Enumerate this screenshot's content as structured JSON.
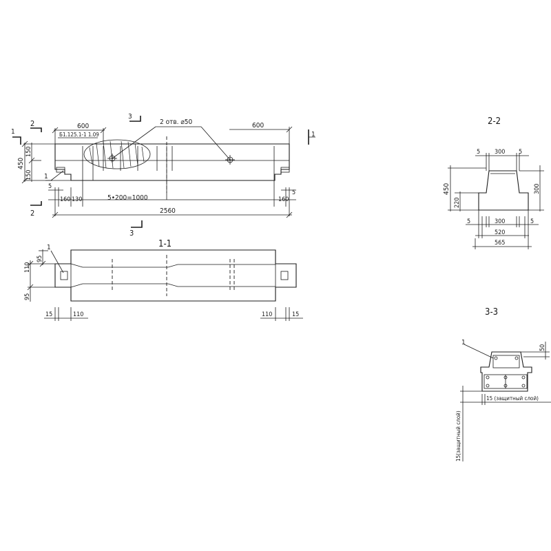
{
  "views": {
    "elevation": {
      "dim_left_600": "600",
      "dim_right_600": "600",
      "ref_note": "Б1.125.1-1 1.09",
      "holes_note": "2 отв. ⌀50",
      "height_total": "450",
      "height_top": "150",
      "height_bottom": "150",
      "dim_5_left": "5",
      "dim_5_right": "5",
      "dim_160_left": "160",
      "dim_160_right": "160",
      "dim_130": "130",
      "dim_spacing": "5•200=1000",
      "dim_length": "2560",
      "leader_1": "1"
    },
    "plan": {
      "title": "1-1",
      "dim_110": "110",
      "dim_95_top": "95",
      "dim_95_bottom": "95",
      "dim_15_left": "15",
      "dim_110_left": "110",
      "dim_110_right": "110",
      "dim_15_right": "15",
      "leader_1": "1"
    },
    "section_2_2": {
      "title": "2-2",
      "top_5_left": "5",
      "top_300": "300",
      "top_5_right": "5",
      "height_450": "450",
      "height_220": "220",
      "height_300": "300",
      "bot_5_left": "5",
      "bot_300": "300",
      "bot_5_right": "5",
      "width_520": "520",
      "width_565": "565"
    },
    "section_3_3": {
      "title": "3-3",
      "leader_1": "1",
      "dim_50": "50",
      "cover_vertical": "15(защитный слой)",
      "cover_horizontal": "15 (защитный слой)"
    },
    "cut_marks": {
      "mark_1_left": "1",
      "mark_1_right": "1",
      "mark_2_top": "2",
      "mark_2_bottom": "2",
      "mark_3_top": "3",
      "mark_3_bottom": "3"
    }
  }
}
